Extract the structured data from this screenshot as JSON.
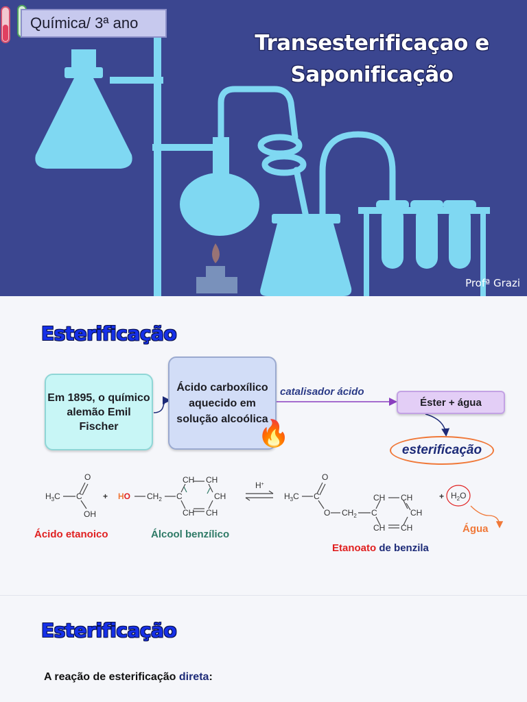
{
  "banner": {
    "tag": "Química/ 3ª ano",
    "title_line1": "Transesterificaçao e",
    "title_line2": "Saponificação",
    "author": "Profª Grazi",
    "colors": {
      "background": "#3b4690",
      "glassware": "#7fd8f2"
    }
  },
  "slide1": {
    "heading": "Esterificação",
    "box_history": "Em 1895, o químico alemão Emil Fischer",
    "box_acid": "Ácido carboxílico aquecido em solução alcoólica",
    "catalyst": "catalisador ácido",
    "box_product": "Éster + água",
    "oval": "esterificação",
    "fire_icon": "🔥",
    "reaction": {
      "acid_formula": {
        "h3c": "H",
        "h3c_sub": "3",
        "c": "C",
        "o": "O",
        "oh": "OH"
      },
      "plus": "+",
      "alcohol_formula": {
        "h": "H",
        "o": "O",
        "ch2": "CH",
        "ch2_sub": "2",
        "c": "C",
        "ch": "CH"
      },
      "arrow_label": "H",
      "arrow_label_sup": "+",
      "ester_formula": {
        "h3c": "H",
        "h3c_sub": "3",
        "c": "C",
        "o": "O",
        "ch2": "CH",
        "ch2_sub": "2",
        "ch": "CH"
      },
      "water": {
        "h": "H",
        "sub": "2",
        "o": "O"
      },
      "label_acid": "Ácido etanoico",
      "label_alcohol": "Álcool benzílico",
      "label_ester_part1": "Etanoato",
      "label_ester_part2": "de",
      "label_ester_part3": "benzila",
      "label_water": "Água"
    },
    "colors": {
      "heading": "#1630e8",
      "acid": "#e02020",
      "alcohol": "#2e7a66",
      "ester_navy": "#1d2b78",
      "water": "#f07838"
    }
  },
  "slide2": {
    "heading": "Esterificação",
    "text_part1": "A reação de esterificação",
    "text_part2": "direta",
    "text_part3": ":"
  }
}
